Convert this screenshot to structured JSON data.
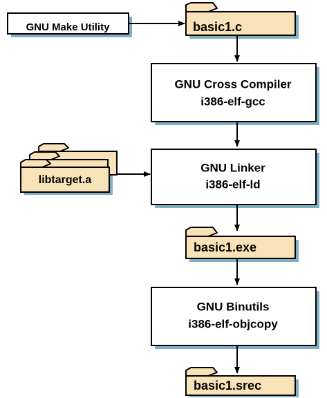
{
  "make_utility": {
    "label": "GNU Make Utility"
  },
  "files": {
    "source": "basic1.c",
    "library": "libtarget.a",
    "executable": "basic1.exe",
    "srec": "basic1.srec"
  },
  "tools": {
    "compiler": {
      "title": "GNU Cross Compiler",
      "command": "i386-elf-gcc"
    },
    "linker": {
      "title": "GNU Linker",
      "command": "i386-elf-ld"
    },
    "binutils": {
      "title": "GNU Binutils",
      "command": "i386-elf-objcopy"
    }
  },
  "colors": {
    "file_fill": "#f8e2b8",
    "shadow": "#7fb0c4",
    "box_fill": "#ffffff",
    "stroke": "#000000"
  }
}
